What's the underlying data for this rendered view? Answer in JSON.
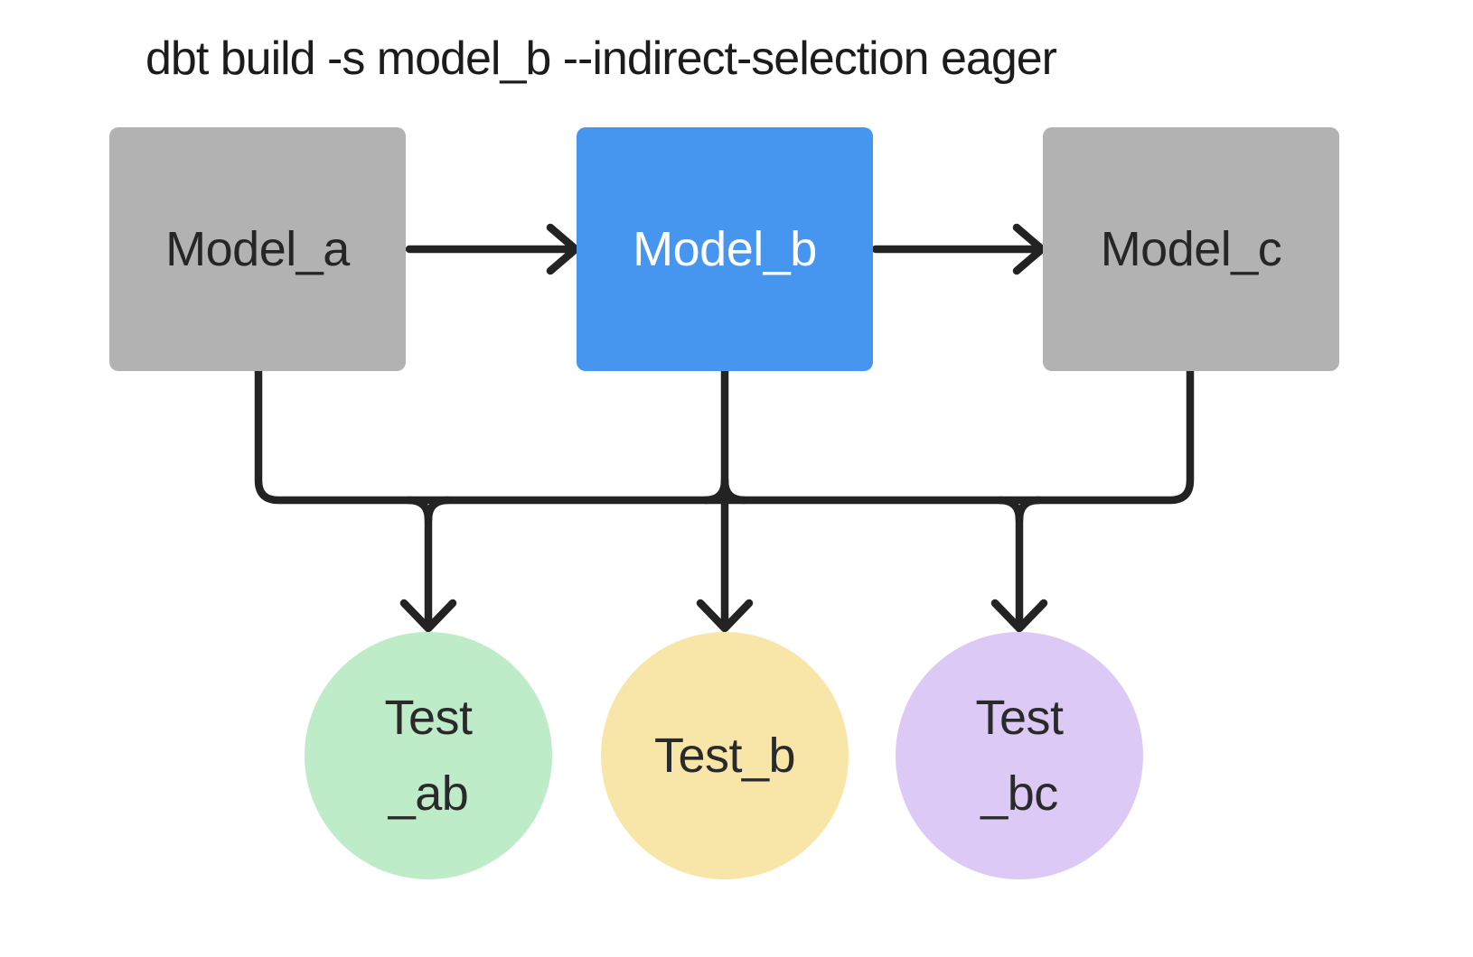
{
  "title": "dbt build -s model_b --indirect-selection eager",
  "colors": {
    "background": "#ffffff",
    "line": "#232323",
    "title_text": "#1c1c1c",
    "model_fill": "#b2b2b2",
    "selected_model_fill": "#4696f0",
    "test_ab_fill": "#beecc8",
    "test_b_fill": "#f8e6a8",
    "test_bc_fill": "#ddc9f5"
  },
  "nodes": {
    "model_a": {
      "label": "Model_a",
      "type": "model",
      "selected": false,
      "fill": "#b2b2b2",
      "text_color": "#262626"
    },
    "model_b": {
      "label": "Model_b",
      "type": "model",
      "selected": true,
      "fill": "#4696f0",
      "text_color": "#ffffff"
    },
    "model_c": {
      "label": "Model_c",
      "type": "model",
      "selected": false,
      "fill": "#b2b2b2",
      "text_color": "#262626"
    },
    "test_ab": {
      "line1": "Test",
      "line2": "_ab",
      "type": "test",
      "fill": "#beecc8",
      "text_color": "#2a2a2a"
    },
    "test_b": {
      "line1": "Test_b",
      "line2": "",
      "type": "test",
      "fill": "#f8e6a8",
      "text_color": "#2a2a2a"
    },
    "test_bc": {
      "line1": "Test",
      "line2": "_bc",
      "type": "test",
      "fill": "#ddc9f5",
      "text_color": "#2a2a2a"
    }
  },
  "edges": [
    {
      "from": "model_a",
      "to": "model_b"
    },
    {
      "from": "model_b",
      "to": "model_c"
    },
    {
      "from": "model_a",
      "to": "test_ab"
    },
    {
      "from": "model_b",
      "to": "test_ab"
    },
    {
      "from": "model_b",
      "to": "test_b"
    },
    {
      "from": "model_b",
      "to": "test_bc"
    },
    {
      "from": "model_c",
      "to": "test_bc"
    }
  ]
}
